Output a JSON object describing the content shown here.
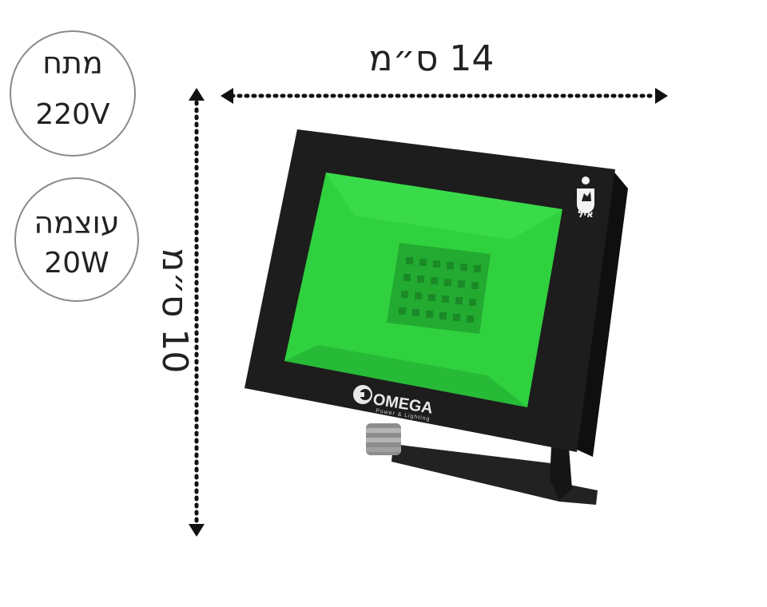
{
  "badges": {
    "voltage": {
      "title": "מתח",
      "value": "220V"
    },
    "power": {
      "title": "עוצמה",
      "value": "20W"
    }
  },
  "dimensions": {
    "width_label": "14 ס״מ",
    "height_label": "10 ס״מ"
  },
  "product": {
    "brand": "OMEGA",
    "tagline": "Power & Lighting",
    "corner_logo_text": "איל",
    "light_color": "#2fd13f",
    "body_color": "#1d1d1d"
  }
}
